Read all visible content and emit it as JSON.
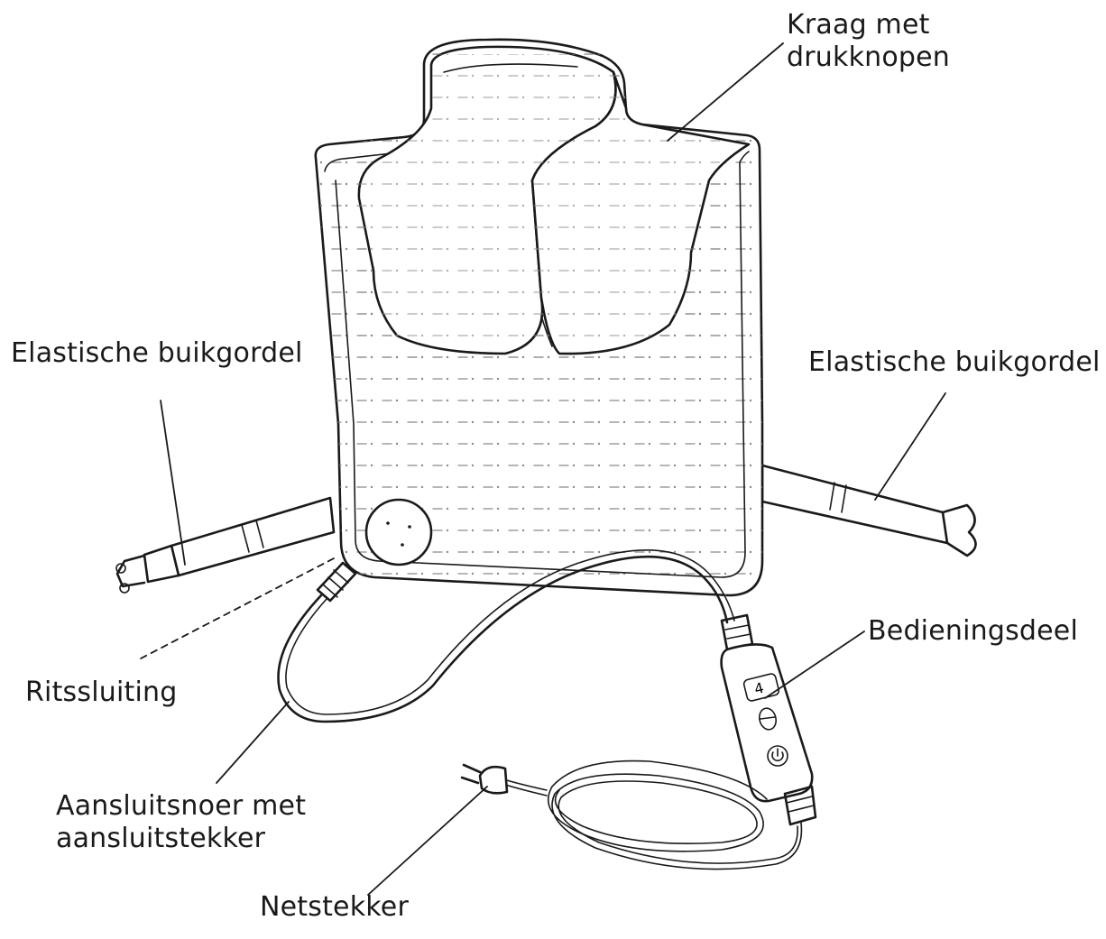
{
  "labels": {
    "collar": [
      "Kraag met",
      "drukknopen"
    ],
    "belt_left": "Elastische buikgordel",
    "belt_right": "Elastische buikgordel",
    "control": "Bedieningsdeel",
    "zipper": "Ritssluiting",
    "cord": [
      "Aansluitsnoer met",
      "aansluitstekker"
    ],
    "plug": "Netstekker"
  },
  "controller": {
    "display_value": "4"
  },
  "icons": [
    "power-icon",
    "up-down-icon",
    "plug-icon"
  ]
}
